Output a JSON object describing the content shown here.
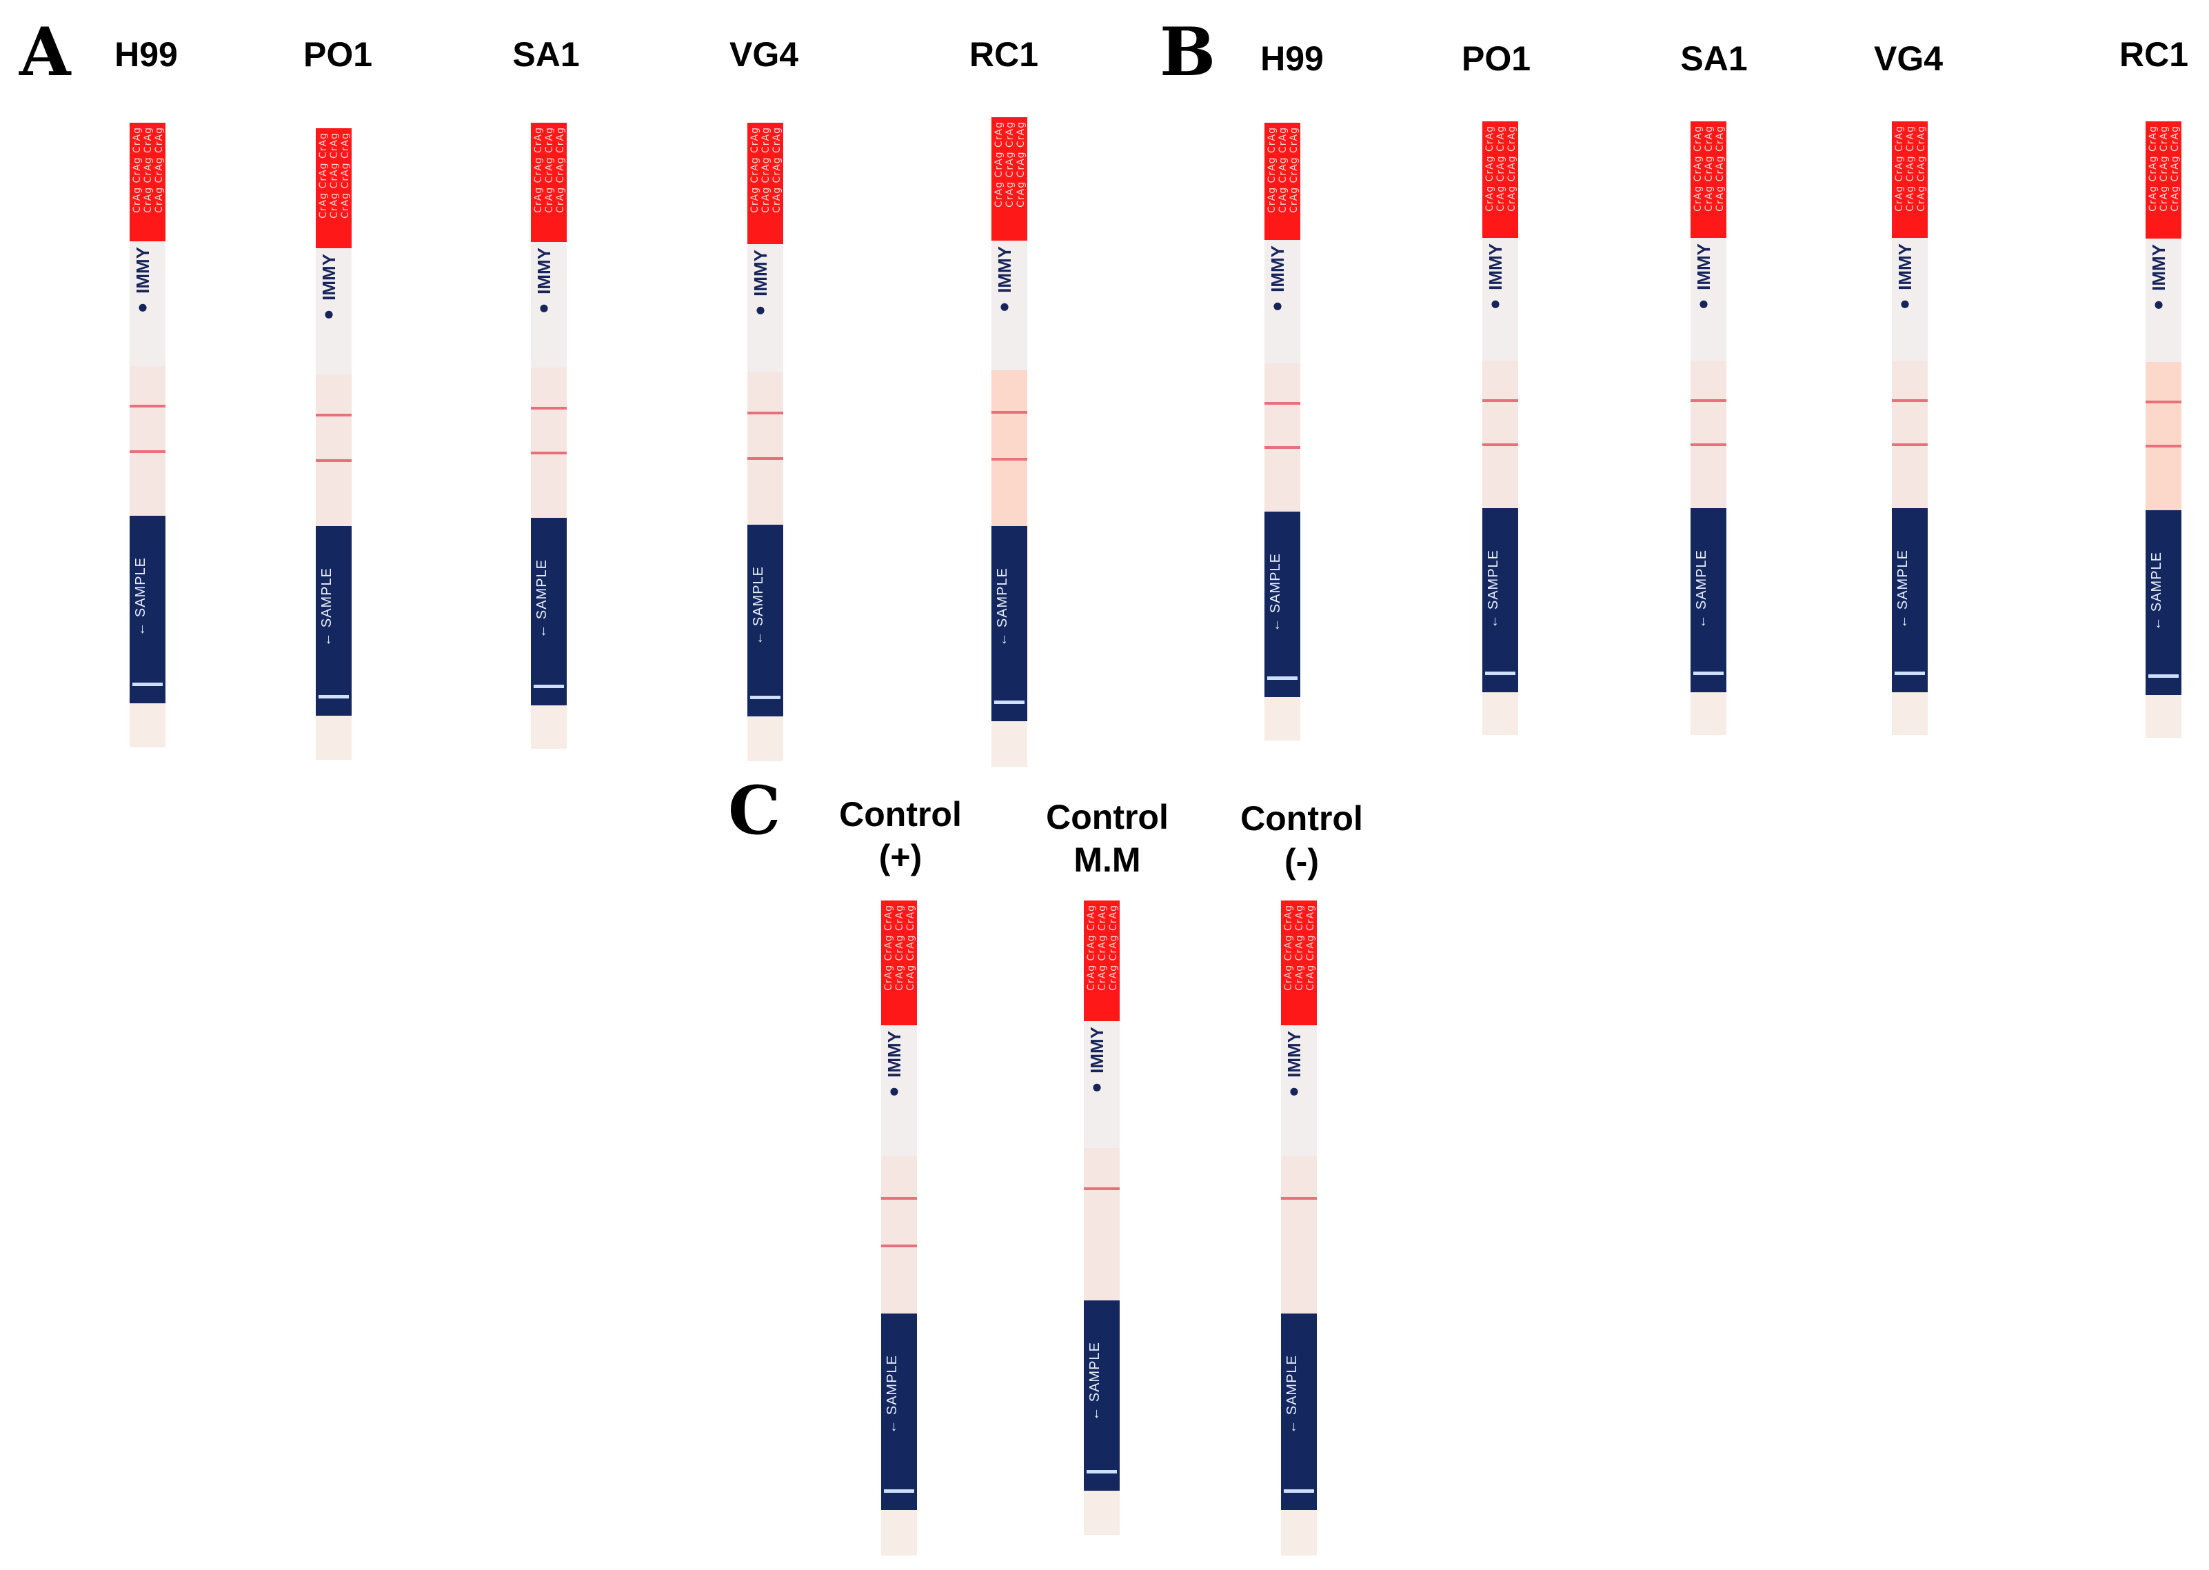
{
  "panels": {
    "A": {
      "letter": "A",
      "strips": [
        {
          "label": "H99",
          "result": "positive"
        },
        {
          "label": "PO1",
          "result": "positive"
        },
        {
          "label": "SA1",
          "result": "positive"
        },
        {
          "label": "VG4",
          "result": "positive"
        },
        {
          "label": "RC1",
          "result": "positive"
        }
      ]
    },
    "B": {
      "letter": "B",
      "strips": [
        {
          "label": "H99",
          "result": "positive"
        },
        {
          "label": "PO1",
          "result": "positive"
        },
        {
          "label": "SA1",
          "result": "positive"
        },
        {
          "label": "VG4",
          "result": "positive"
        },
        {
          "label": "RC1",
          "result": "positive"
        }
      ]
    },
    "C": {
      "letter": "C",
      "strips": [
        {
          "label_line1": "Control",
          "label_line2": "(+)",
          "result": "positive"
        },
        {
          "label_line1": "Control",
          "label_line2": "M.M",
          "result": "negative"
        },
        {
          "label_line1": "Control",
          "label_line2": "(-)",
          "result": "negative"
        }
      ]
    }
  },
  "strip_text": {
    "header": "CrAg CrAg CrAg",
    "brand": "IMMY",
    "sample": "SAMPLE"
  },
  "colors": {
    "strip_top": "#ff1818",
    "strip_bottom": "#14275e",
    "test_line": "#e8707a"
  }
}
